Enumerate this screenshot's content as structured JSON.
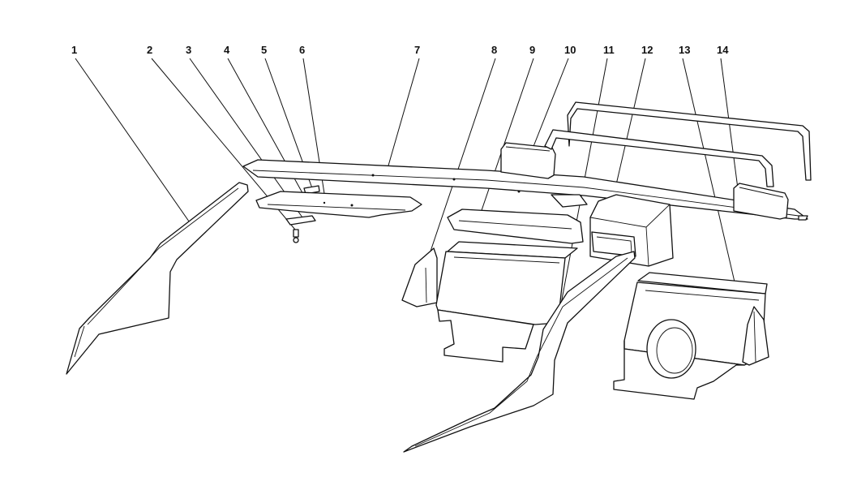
{
  "callouts": [
    "1",
    "2",
    "3",
    "4",
    "5",
    "6",
    "7",
    "8",
    "9",
    "10",
    "11",
    "12",
    "13",
    "14"
  ],
  "colors": {
    "line": "#111111",
    "background": "#ffffff"
  }
}
